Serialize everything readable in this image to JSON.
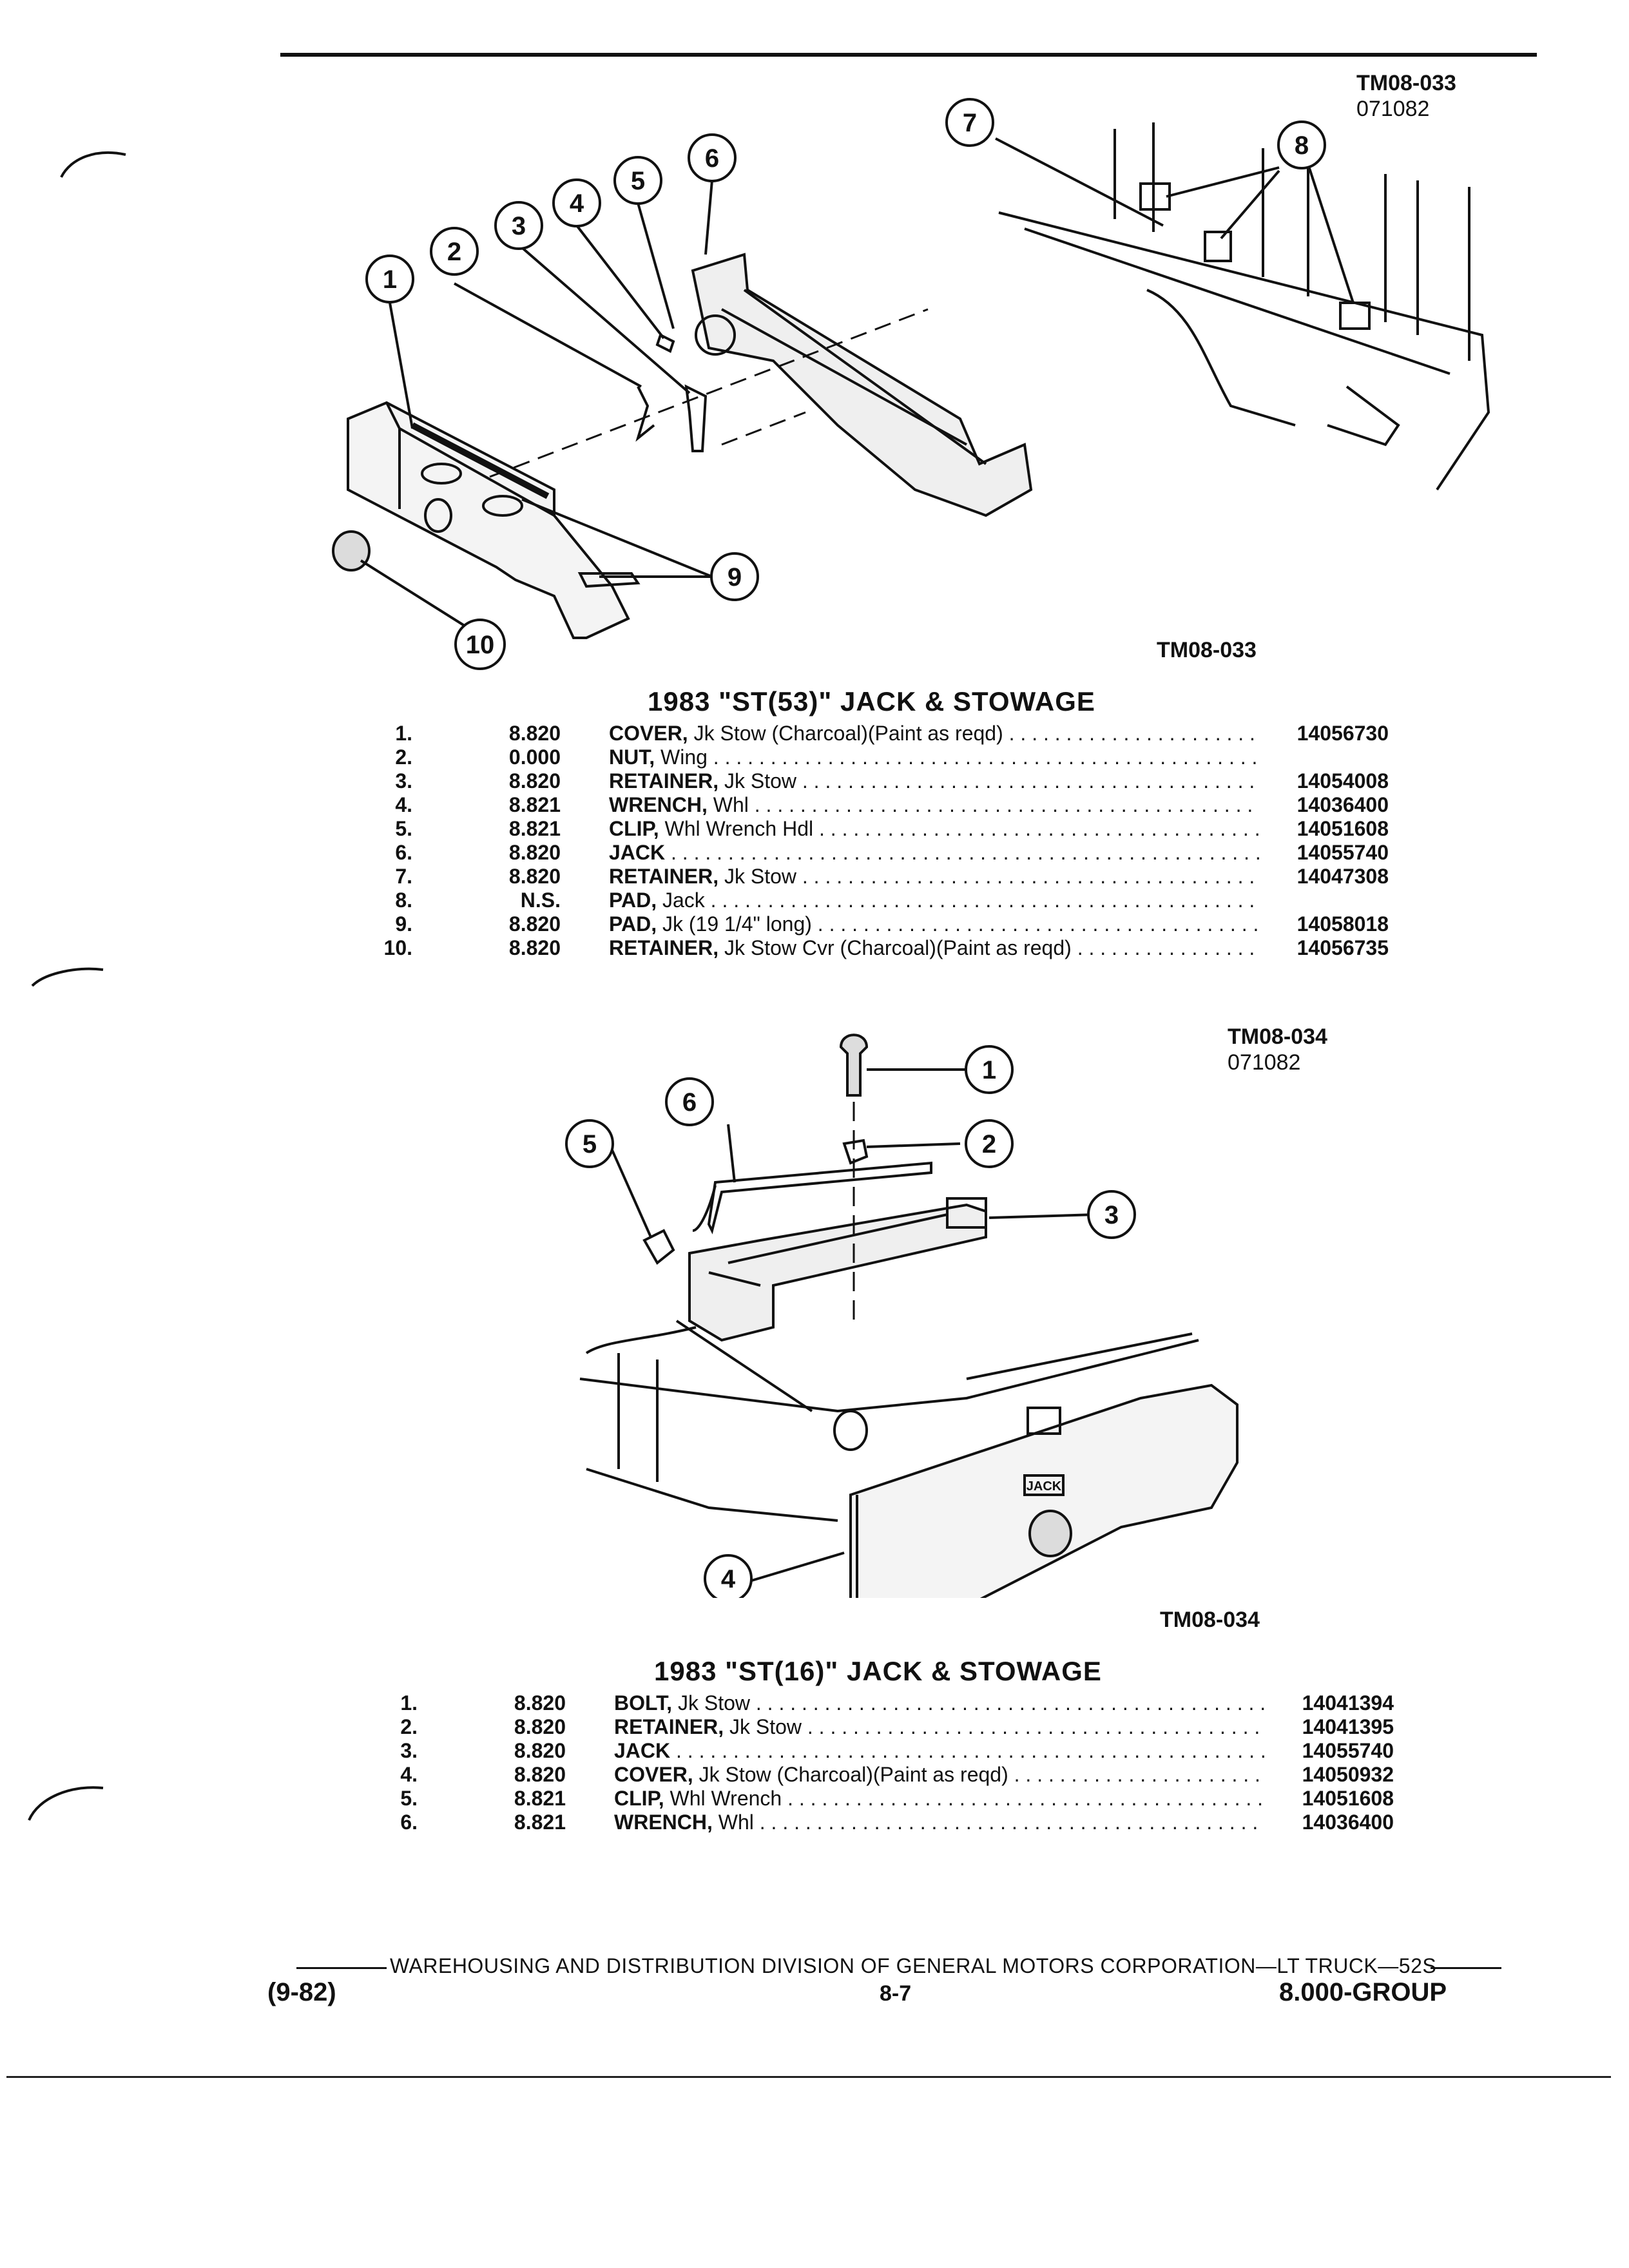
{
  "figure1": {
    "ref_code": "TM08-033",
    "ref_date": "071082",
    "caption": "TM08-033",
    "title": "1983 \"ST(53)\" JACK & STOWAGE",
    "callouts": [
      "1",
      "2",
      "3",
      "4",
      "5",
      "6",
      "7",
      "8",
      "9",
      "10"
    ],
    "parts": [
      {
        "num": "1.",
        "cat": "8.820",
        "name": "COVER,",
        "desc": "Jk Stow (Charcoal)(Paint as reqd)",
        "pn": "14056730"
      },
      {
        "num": "2.",
        "cat": "0.000",
        "name": "NUT,",
        "desc": "Wing",
        "pn": ""
      },
      {
        "num": "3.",
        "cat": "8.820",
        "name": "RETAINER,",
        "desc": "Jk Stow",
        "pn": "14054008"
      },
      {
        "num": "4.",
        "cat": "8.821",
        "name": "WRENCH,",
        "desc": "Whl",
        "pn": "14036400"
      },
      {
        "num": "5.",
        "cat": "8.821",
        "name": "CLIP,",
        "desc": "Whl Wrench Hdl",
        "pn": "14051608"
      },
      {
        "num": "6.",
        "cat": "8.820",
        "name": "JACK",
        "desc": "",
        "pn": "14055740"
      },
      {
        "num": "7.",
        "cat": "8.820",
        "name": "RETAINER,",
        "desc": "Jk Stow",
        "pn": "14047308"
      },
      {
        "num": "8.",
        "cat": "N.S.",
        "name": "PAD,",
        "desc": "Jack",
        "pn": ""
      },
      {
        "num": "9.",
        "cat": "8.820",
        "name": "PAD,",
        "desc": "Jk (19 1/4\" long)",
        "pn": "14058018"
      },
      {
        "num": "10.",
        "cat": "8.820",
        "name": "RETAINER,",
        "desc": "Jk Stow Cvr (Charcoal)(Paint as reqd)",
        "pn": "14056735"
      }
    ]
  },
  "figure2": {
    "ref_code": "TM08-034",
    "ref_date": "071082",
    "caption": "TM08-034",
    "title": "1983 \"ST(16)\" JACK & STOWAGE",
    "callouts": [
      "1",
      "2",
      "3",
      "4",
      "5",
      "6"
    ],
    "panel_label": "JACK",
    "parts": [
      {
        "num": "1.",
        "cat": "8.820",
        "name": "BOLT,",
        "desc": "Jk Stow",
        "pn": "14041394"
      },
      {
        "num": "2.",
        "cat": "8.820",
        "name": "RETAINER,",
        "desc": "Jk Stow",
        "pn": "14041395"
      },
      {
        "num": "3.",
        "cat": "8.820",
        "name": "JACK",
        "desc": "",
        "pn": "14055740"
      },
      {
        "num": "4.",
        "cat": "8.820",
        "name": "COVER,",
        "desc": "Jk Stow (Charcoal)(Paint as reqd)",
        "pn": "14050932"
      },
      {
        "num": "5.",
        "cat": "8.821",
        "name": "CLIP,",
        "desc": "Whl Wrench",
        "pn": "14051608"
      },
      {
        "num": "6.",
        "cat": "8.821",
        "name": "WRENCH,",
        "desc": "Whl",
        "pn": "14036400"
      }
    ]
  },
  "footer": {
    "division": "WAREHOUSING AND DISTRIBUTION DIVISION OF GENERAL MOTORS CORPORATION—LT TRUCK—52S",
    "date": "(9-82)",
    "page": "8-7",
    "group": "8.000-GROUP"
  }
}
